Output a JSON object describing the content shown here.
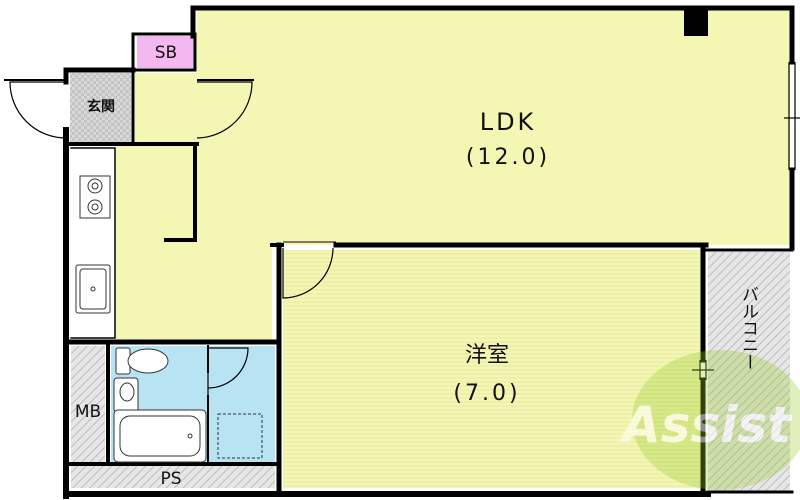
{
  "rooms": {
    "ldk": {
      "name": "LDK",
      "size": "(12.0)"
    },
    "western": {
      "name": "洋室",
      "size": "(7.0)"
    },
    "entrance": {
      "name": "玄関"
    },
    "shoebox": {
      "name": "SB"
    },
    "mb": {
      "name": "MB"
    },
    "ps": {
      "name": "PS"
    },
    "balcony": {
      "name": "バルコニー"
    }
  },
  "watermark": {
    "text": "Assist"
  },
  "colors": {
    "ldk": "#f4f6b4",
    "western": "#f4f6b4",
    "bath": "#b7e3f3",
    "shoebox": "#f3b8ef",
    "entrance": "#dcdcdc",
    "wall": "#000000",
    "watermark": "#9acd32"
  }
}
